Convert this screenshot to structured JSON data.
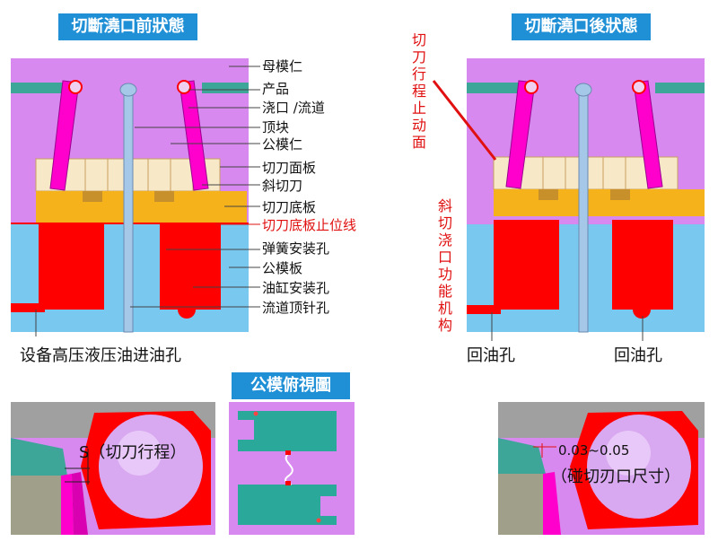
{
  "titles": {
    "before": "切斷澆口前狀態",
    "after": "切斷澆口後狀態",
    "top_view": "公模俯視圖"
  },
  "labels": {
    "mold_insert_cavity": "母模仁",
    "product": "产品",
    "gate_runner": "浇口 /流道",
    "lifter": "顶块",
    "mold_insert_core": "公模仁",
    "cutter_face_plate": "切刀面板",
    "angled_cutter": "斜切刀",
    "cutter_bottom_plate": "切刀底板",
    "cutter_bottom_stop_line": "切刀底板止位线",
    "spring_hole": "弹簧安装孔",
    "core_plate": "公模板",
    "cylinder_hole": "油缸安装孔",
    "runner_ejector_hole": "流道顶针孔"
  },
  "inlet_label": "设备高压液压油进油孔",
  "return_left": "回油孔",
  "return_right": "回油孔",
  "vertical_left": "切刀行程止动面",
  "vertical_right": "斜切浇口功能机构",
  "detail_left": "S（切刀行程）",
  "detail_right_value": "0.03~0.05",
  "detail_right_note": "（碰切刃口尺寸）",
  "colors": {
    "title_bg": "#1f8fd6",
    "cavity": "#d889f0",
    "plate": "#2aa89a",
    "cutter": "#ff00cc",
    "yellow": "#f7e8c8",
    "orange": "#f6b21a",
    "core": "#78c8f0",
    "red": "#ff0000",
    "pin": "#a6c8e8"
  }
}
